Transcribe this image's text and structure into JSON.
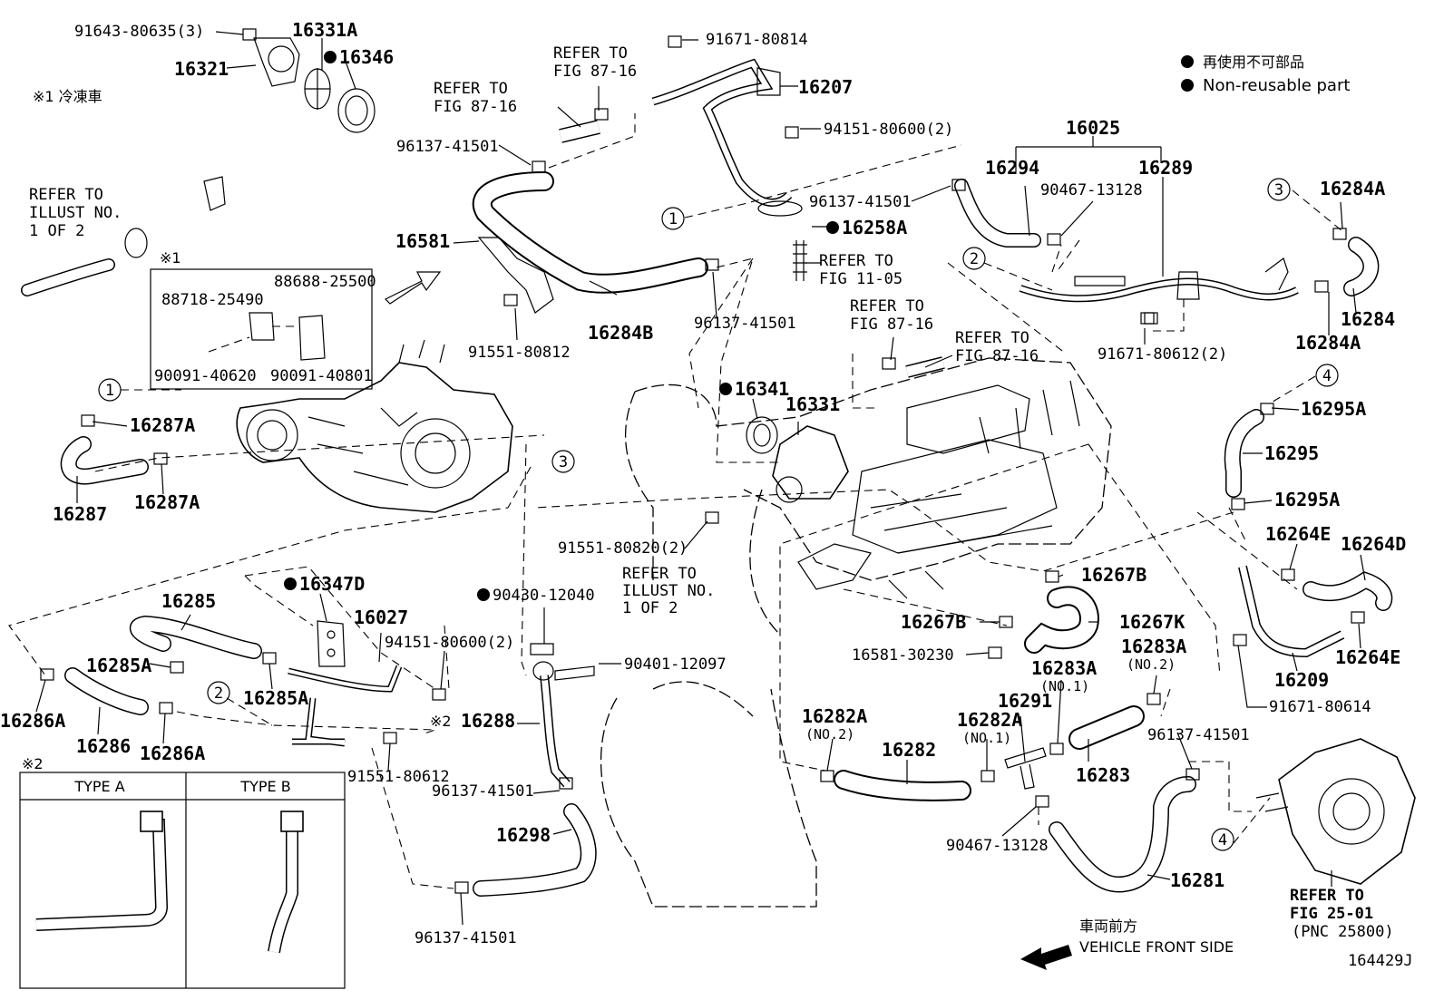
{
  "legend": {
    "jp": "再使用不可部品",
    "en": "Non-reusable part",
    "note1": "※1 冷凍車",
    "mark1": "※1",
    "mark2": "※2"
  },
  "refs": {
    "illust1": [
      "REFER TO",
      "ILLUST NO.",
      "1 OF 2"
    ],
    "illust2": [
      "REFER TO",
      "ILLUST NO.",
      "1 OF 2"
    ],
    "fig8716a": [
      "REFER TO",
      "FIG 87-16"
    ],
    "fig8716b": [
      "REFER TO",
      "FIG 87-16"
    ],
    "fig8716c": [
      "REFER TO",
      "FIG 87-16"
    ],
    "fig8716d": [
      "REFER TO",
      "FIG 87-16"
    ],
    "fig1105": [
      "REFER TO",
      "FIG 11-05"
    ],
    "fig2501": [
      "REFER TO",
      "FIG 25-01",
      "(PNC 25800)"
    ]
  },
  "front": {
    "jp": "車両前方",
    "en": "VEHICLE FRONT SIDE"
  },
  "figure_id": "164429J",
  "types": {
    "a": "TYPE A",
    "b": "TYPE B"
  },
  "callouts": [
    "1",
    "2",
    "3",
    "4"
  ],
  "parts": {
    "p91643": "91643-80635(3)",
    "p16331A": "16331A",
    "p16346": "16346",
    "p16321": "16321",
    "p91671_814": "91671-80814",
    "p16207": "16207",
    "p94151_a": "94151-80600(2)",
    "p96137_1": "96137-41501",
    "p96137_2": "96137-41501",
    "p96137_3": "96137-41501",
    "p96137_4": "96137-41501",
    "p96137_5": "96137-41501",
    "p96137_6": "96137-41501",
    "p16258A": "16258A",
    "p16581": "16581",
    "p16284B": "16284B",
    "p91551_812": "91551-80812",
    "p88718": "88718-25490",
    "p88688": "88688-25500",
    "p90091_620": "90091-40620",
    "p90091_801": "90091-40801",
    "p16025": "16025",
    "p16294": "16294",
    "p90467_a": "90467-13128",
    "p16289": "16289",
    "p16284A_1": "16284A",
    "p16284": "16284",
    "p16284A_2": "16284A",
    "p91671_612": "91671-80612(2)",
    "p16341": "16341",
    "p16331": "16331",
    "p16287A_1": "16287A",
    "p16287": "16287",
    "p16287A_2": "16287A",
    "p16295A_1": "16295A",
    "p16295": "16295",
    "p16295A_2": "16295A",
    "p91551_820": "91551-80820(2)",
    "p16347D": "16347D",
    "p16027": "16027",
    "p94151_b": "94151-80600(2)",
    "p16285": "16285",
    "p16285A_1": "16285A",
    "p16285A_2": "16285A",
    "p16286A_1": "16286A",
    "p16286": "16286",
    "p16286A_2": "16286A",
    "p91551_612": "91551-80612",
    "p90430": "90430-12040",
    "p90401": "90401-12097",
    "p16288": "16288",
    "p16298": "16298",
    "p16264E_1": "16264E",
    "p16264D": "16264D",
    "p16264E_2": "16264E",
    "p16209": "16209",
    "p91671_614": "91671-80614",
    "p16267B_1": "16267B",
    "p16267B_2": "16267B",
    "p16267K": "16267K",
    "p16581_230": "16581-30230",
    "p16283A_1": "16283A",
    "p16283A_1n": "(NO.1)",
    "p16283A_2": "16283A",
    "p16283A_2n": "(NO.2)",
    "p16282A_1": "16282A",
    "p16282A_1n": "(NO.2)",
    "p16282": "16282",
    "p16282A_2": "16282A",
    "p16282A_2n": "(NO.1)",
    "p16291": "16291",
    "p16283": "16283",
    "p90467_b": "90467-13128",
    "p16281": "16281"
  }
}
